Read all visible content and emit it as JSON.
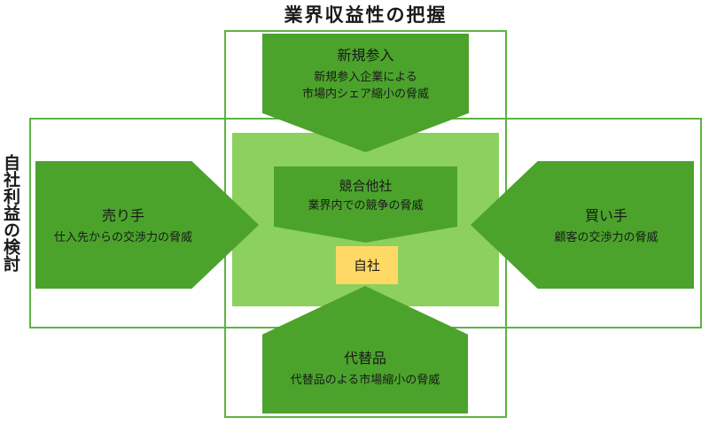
{
  "colors": {
    "arrow_green": "#4BA32C",
    "light_green": "#8CD05E",
    "frame_green": "#5CB440",
    "own_yellow": "#FFD966",
    "text": "#1A1A1A"
  },
  "frames": {
    "industry": {
      "title": "業界収益性の把握"
    },
    "own_profit": {
      "title": "自社利益の検討"
    }
  },
  "forces": {
    "new_entrants": {
      "heading": "新規参入",
      "line1": "新規参入企業による",
      "line2": "市場内シェア縮小の脅威"
    },
    "sellers": {
      "heading": "売り手",
      "line1": "仕入先からの交渉力の脅威"
    },
    "buyers": {
      "heading": "買い手",
      "line1": "顧客の交渉力の脅威"
    },
    "substitutes": {
      "heading": "代替品",
      "line1": "代替品のよる市場縮小の脅威"
    },
    "rivals": {
      "heading": "競合他社",
      "line1": "業界内での競争の脅威"
    }
  },
  "own_company": {
    "label": "自社"
  }
}
